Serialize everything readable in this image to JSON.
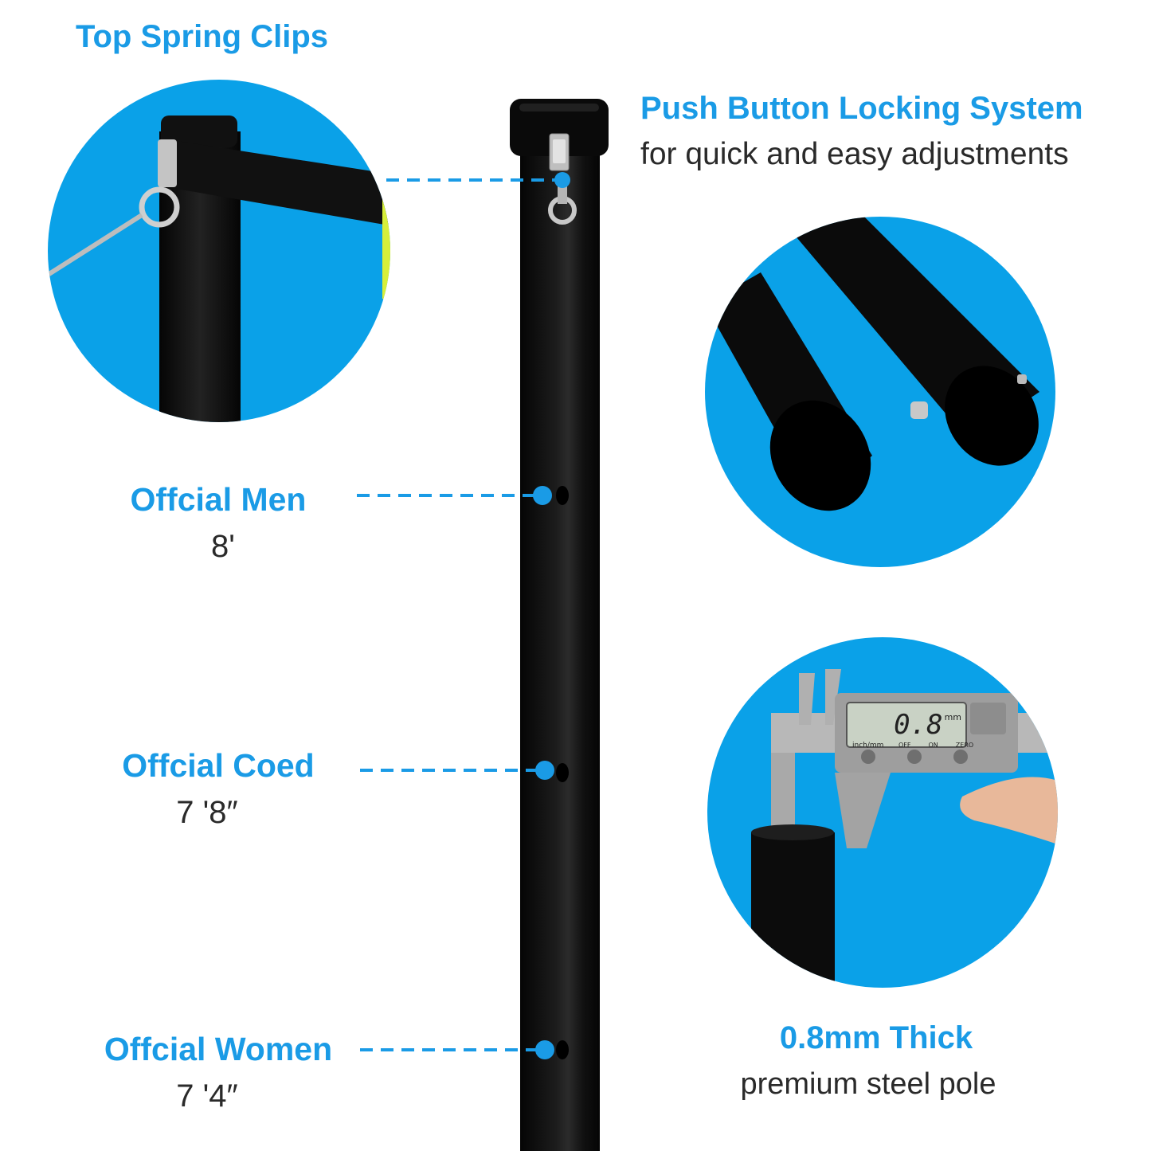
{
  "top_spring_clips": {
    "title": "Top Spring Clips"
  },
  "push_button": {
    "title": "Push Button Locking System",
    "subtitle": "for quick and easy adjustments"
  },
  "heights": [
    {
      "title": "Offcial Men",
      "value": "8'"
    },
    {
      "title": "Offcial Coed",
      "value": "7 '8″"
    },
    {
      "title": "Offcial Women",
      "value": "7 '4″"
    }
  ],
  "thickness": {
    "title": "0.8mm Thick",
    "subtitle": "premium steel pole",
    "caliper_reading": "0.8",
    "caliper_unit": "mm",
    "caliper_scale_label": "inch/mm",
    "caliper_buttons": [
      "OFF",
      "ON",
      "ZERO"
    ]
  },
  "colors": {
    "accent_blue": "#1a9be6",
    "pole_black": "#0d0d0d",
    "text_dark": "#2a2a2a"
  }
}
